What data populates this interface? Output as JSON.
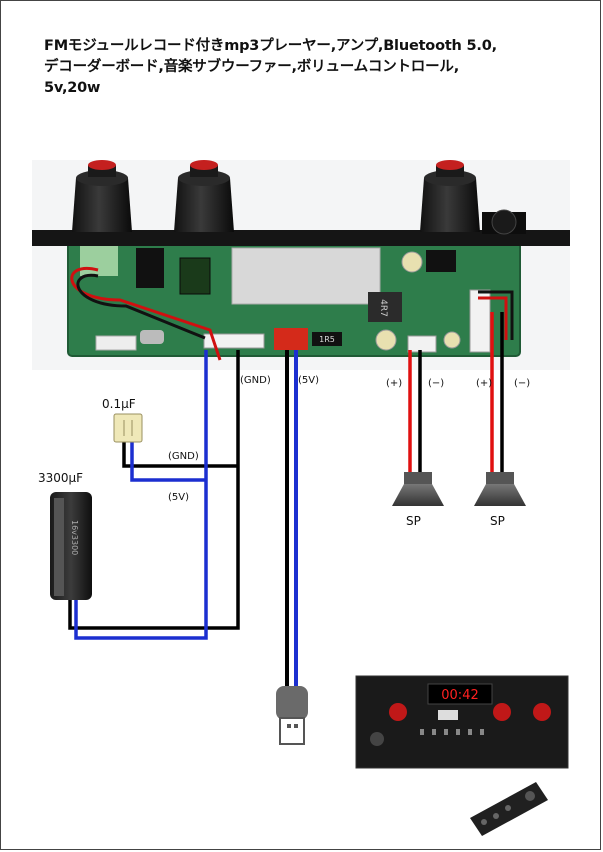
{
  "title": {
    "line1": "FMモジュールレコード付きmp3プレーヤー,アンプ,Bluetooth 5.0,",
    "line2": "デコーダーボード,音楽サブウーファー,ボリュームコントロール,",
    "line3": "5v,20w"
  },
  "wiring": {
    "board_gnd": "(GND)",
    "board_5v": "(5V)",
    "cap_small": "0.1μF",
    "cap_small_gnd": "(GND)",
    "cap_small_5v": "(5V)",
    "cap_large": "3300μF",
    "spk_left_plus": "(+)",
    "spk_left_minus": "(−)",
    "spk_right_plus": "(+)",
    "spk_right_minus": "(−)",
    "sp_left": "SP",
    "sp_right": "SP"
  },
  "board": {
    "inductor_code": "4R7",
    "resistor_code": "1R5"
  },
  "module": {
    "display": "00:42"
  },
  "colors": {
    "gnd_wire": "#000000",
    "v5_wire": "#1c2fd0",
    "spk_plus_wire": "#e01010",
    "pcb": "#2e7d4b"
  }
}
